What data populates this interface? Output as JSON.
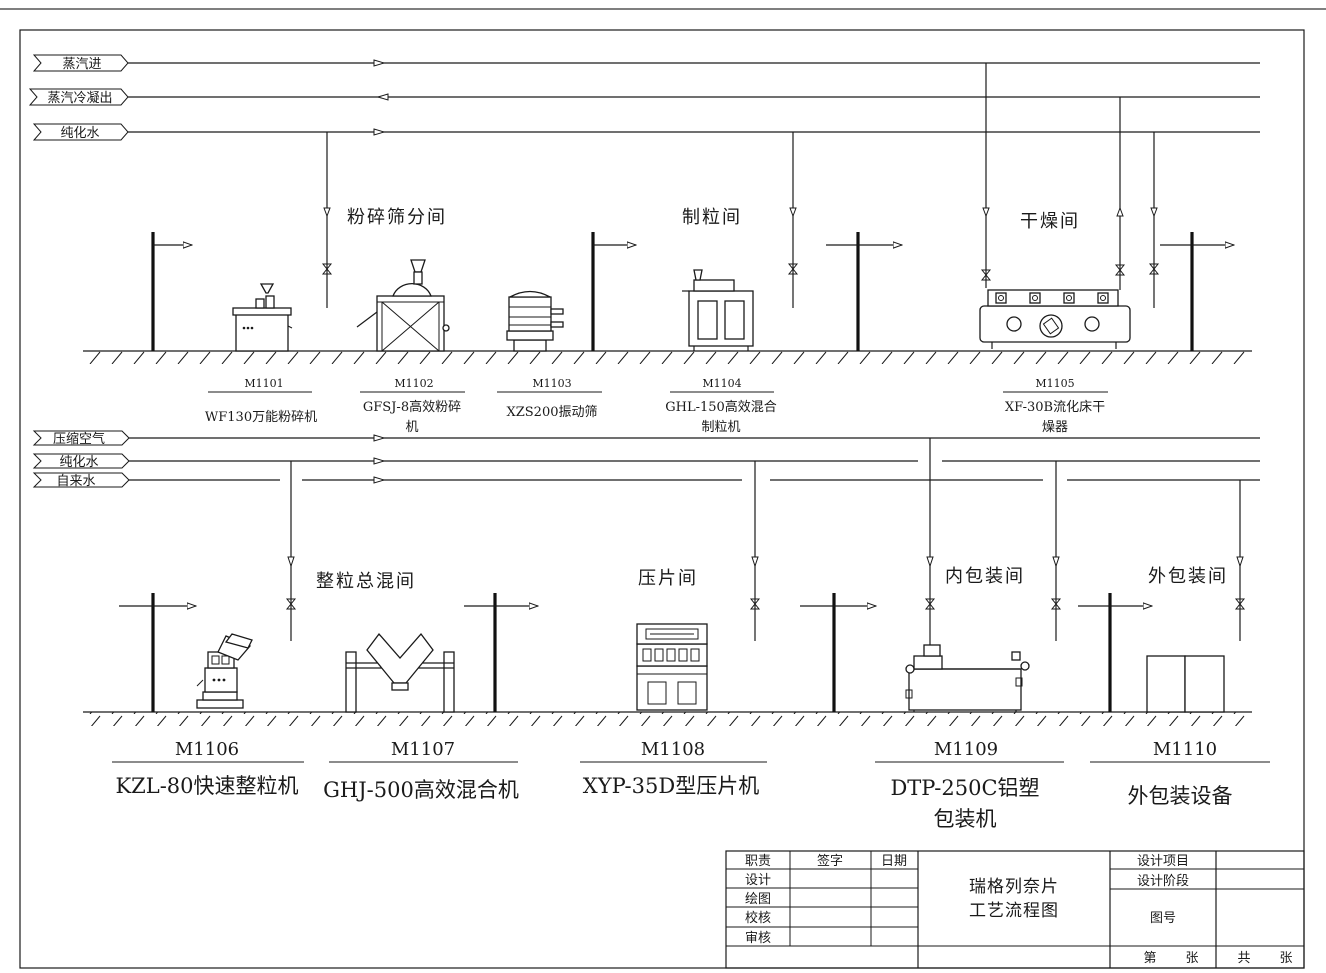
{
  "top_pipes": {
    "steam_in": "蒸汽进",
    "steam_condensate": "蒸汽冷凝出",
    "purified_water": "纯化水"
  },
  "bottom_pipes": {
    "compressed_air": "压缩空气",
    "purified_water": "纯化水",
    "tap_water": "自来水"
  },
  "rooms": {
    "crush_sieve": "粉碎筛分间",
    "granulation": "制粒间",
    "drying": "干燥间",
    "sizing_mixing": "整粒总混间",
    "tableting": "压片间",
    "inner_packing": "内包装间",
    "outer_packing": "外包装间"
  },
  "equipment": [
    {
      "code": "M1101",
      "name_lines": [
        "WF130万能粉碎机"
      ]
    },
    {
      "code": "M1102",
      "name_lines": [
        "GFSJ-8高效粉碎",
        "机"
      ]
    },
    {
      "code": "M1103",
      "name_lines": [
        "XZS200振动筛"
      ]
    },
    {
      "code": "M1104",
      "name_lines": [
        "GHL-150高效混合",
        "制粒机"
      ]
    },
    {
      "code": "M1105",
      "name_lines": [
        "XF-30B流化床干",
        "燥器"
      ]
    },
    {
      "code": "M1106",
      "name_lines": [
        "KZL-80快速整粒机"
      ]
    },
    {
      "code": "M1107",
      "name_lines": [
        "GHJ-500高效混合机"
      ]
    },
    {
      "code": "M1108",
      "name_lines": [
        "XYP-35D型压片机"
      ]
    },
    {
      "code": "M1109",
      "name_lines": [
        "DTP-250C铝塑",
        "包装机"
      ]
    },
    {
      "code": "M1110",
      "name_lines": [
        "外包装设备"
      ]
    }
  ],
  "title_block": {
    "col_role": "职责",
    "col_sign": "签字",
    "col_date": "日期",
    "roles": [
      "设计",
      "绘图",
      "校核",
      "审核"
    ],
    "drawing_title_1": "瑞格列奈片",
    "drawing_title_2": "工艺流程图",
    "design_project": "设计项目",
    "design_stage": "设计阶段",
    "drawing_no": "图号",
    "sheet_no_1": "第",
    "sheet_no_2": "张",
    "total_1": "共",
    "total_2": "张"
  }
}
